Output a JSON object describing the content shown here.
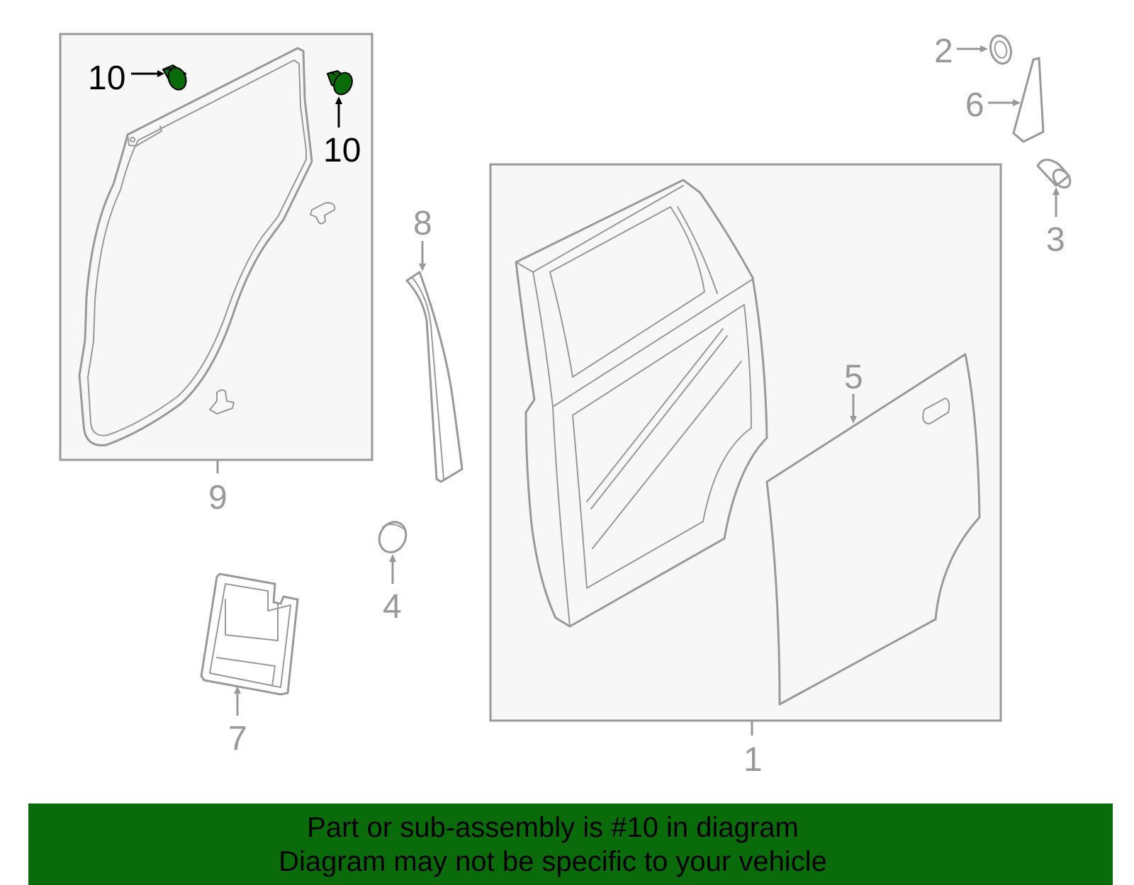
{
  "colors": {
    "part_line": "#999999",
    "highlight_part": "#0a6b0a",
    "highlight_label": "#000000",
    "banner_bg": "#0a6b0a"
  },
  "callouts": {
    "c1": "1",
    "c2": "2",
    "c3": "3",
    "c4": "4",
    "c5": "5",
    "c6": "6",
    "c7": "7",
    "c8": "8",
    "c9": "9",
    "c10a": "10",
    "c10b": "10"
  },
  "highlighted_part": "10",
  "banner": {
    "line1": "Part or sub-assembly is #10 in diagram",
    "line2": "Diagram may not be specific to your vehicle"
  }
}
